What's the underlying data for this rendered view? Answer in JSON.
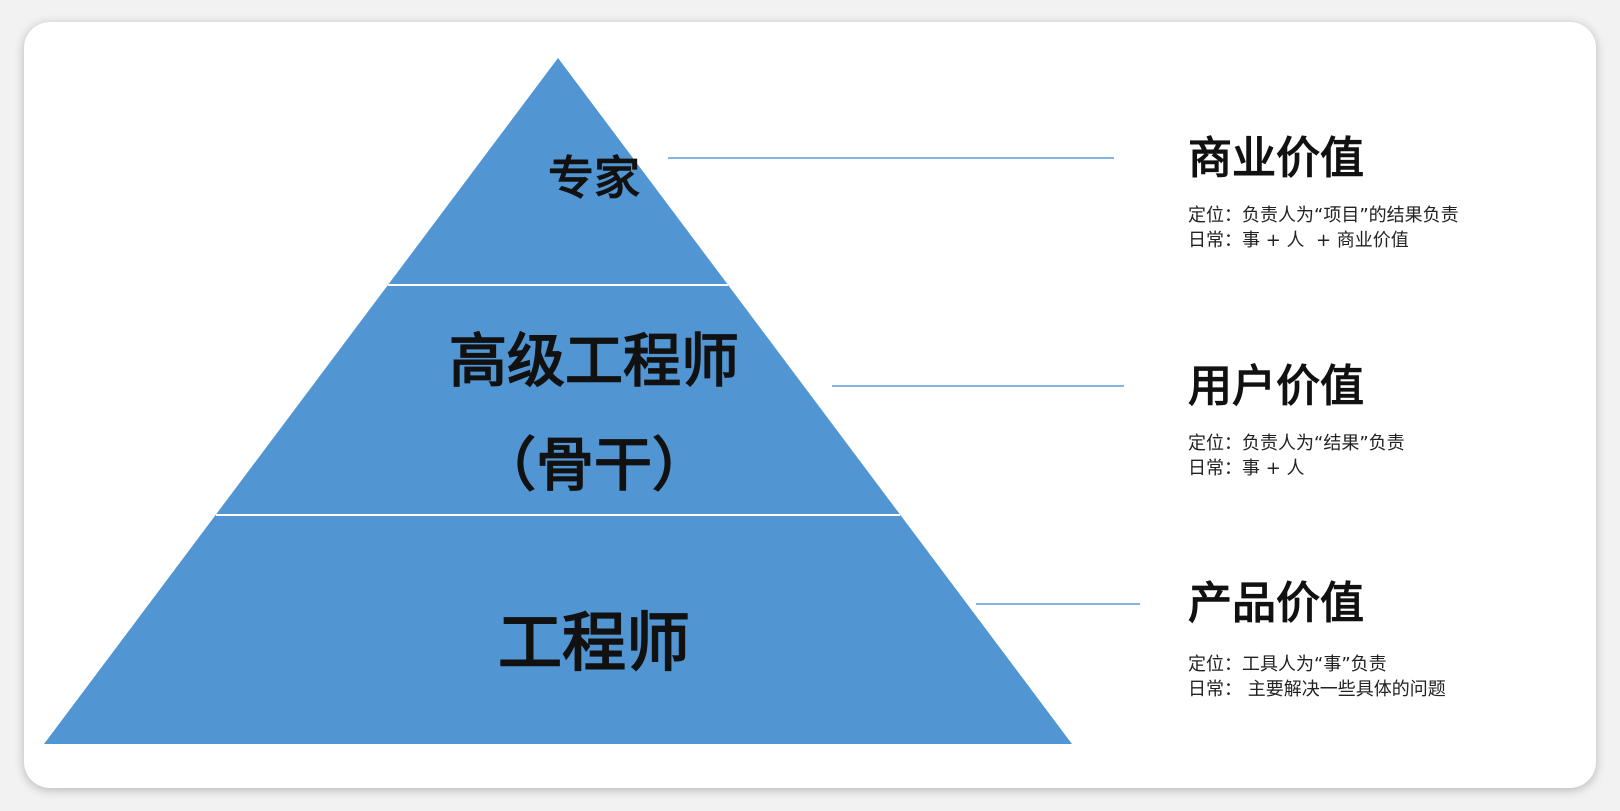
{
  "colors": {
    "pyramid_fill": "#5196d3",
    "divider": "#ffffff",
    "connector": "#5b9bd5",
    "text": "#111111",
    "background": "#ffffff"
  },
  "pyramid": {
    "tiers": [
      {
        "label": "专家"
      },
      {
        "label_line1": "高级工程师",
        "label_line2": "（骨干）"
      },
      {
        "label": "工程师"
      }
    ]
  },
  "values": [
    {
      "title": "商业价值",
      "position_line": "定位：负责人为“项目”的结果负责",
      "daily_line": "日常：事 + 人  + 商业价值"
    },
    {
      "title": "用户价值",
      "position_line": "定位：负责人为“结果”负责",
      "daily_line": "日常：事 + 人"
    },
    {
      "title": "产品价值",
      "position_line": "定位：工具人为“事”负责",
      "daily_line": "日常： 主要解决一些具体的问题"
    }
  ]
}
